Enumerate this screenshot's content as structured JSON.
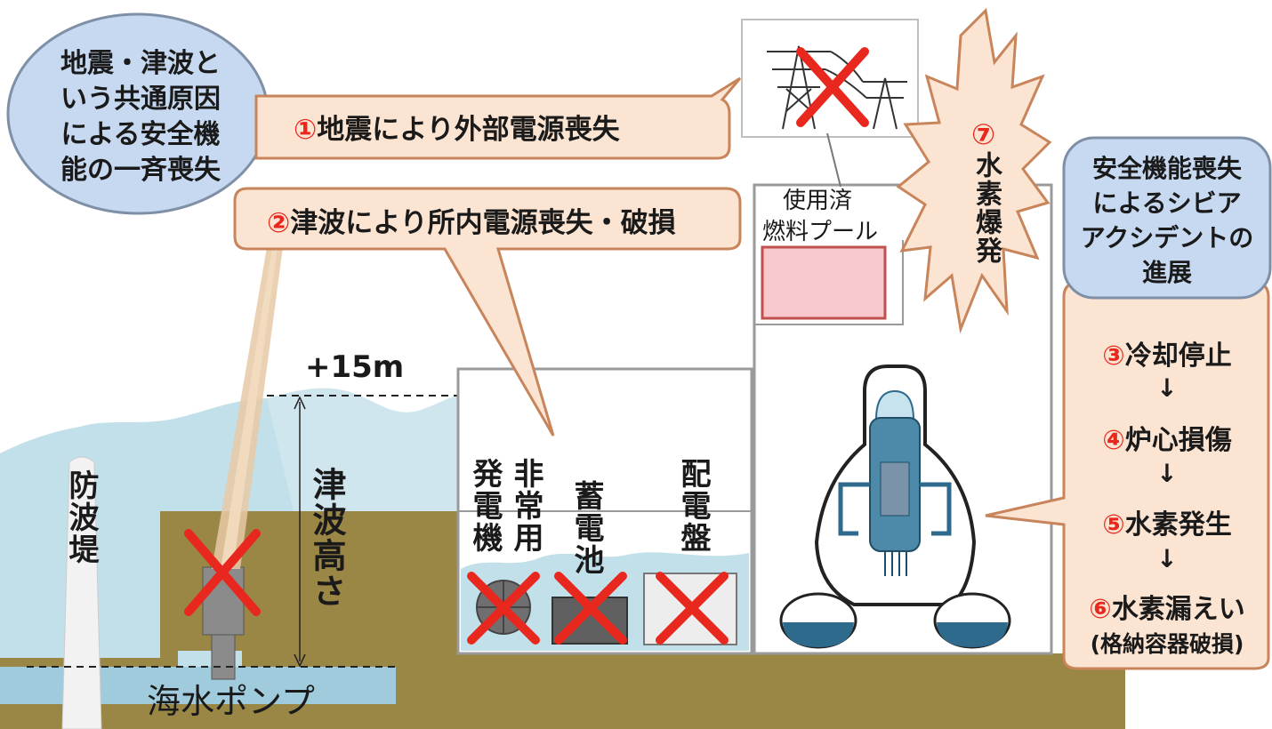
{
  "cause_bubble": {
    "lines": [
      "地震・津波と",
      "いう共通原因",
      "による安全機",
      "能の一斉喪失"
    ]
  },
  "callouts": {
    "external_power": "①地震により外部電源喪失",
    "internal_power": "②津波により所内電源喪失・破損"
  },
  "tsunami": {
    "height_label": "+15m",
    "height_caption": "津波高さ"
  },
  "labels": {
    "breakwater": "防波堤",
    "sea_pump": "海水ポンプ",
    "emergency_generator_col1": "発電機",
    "emergency_generator_col2": "非常用",
    "battery": "蓄電池",
    "switchboard": "配電盤",
    "spent_fuel_pool_line1": "使用済",
    "spent_fuel_pool_line2": "燃料プール",
    "explosion_number": "⑦",
    "explosion_text": "水素爆発"
  },
  "progression": {
    "title_lines": [
      "安全機能喪失",
      "によるシビア",
      "アクシデントの",
      "進展"
    ],
    "steps": [
      "③冷却停止",
      "④炉心損傷",
      "⑤水素発生",
      "⑥水素漏えい",
      "(格納容器破損)"
    ],
    "arrow_glyph": "↓"
  },
  "colors": {
    "ground": "#9a8645",
    "sea": "#b8dbe8",
    "callout_fill": "#fce4d2",
    "callout_stroke": "#c8845a",
    "bubble_fill": "#c6d9f1",
    "bubble_stroke": "#7f8fa6",
    "cross": "#e8281e",
    "pool_fill": "#f9c8cc",
    "reactor_blue": "#2e6a8c"
  }
}
